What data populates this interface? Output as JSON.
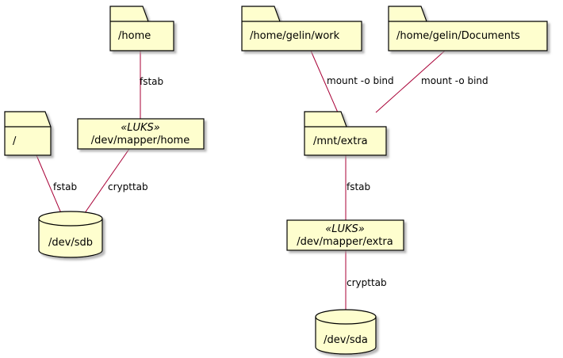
{
  "nodes": {
    "home": {
      "label": "/home"
    },
    "work": {
      "label": "/home/gelin/work"
    },
    "docs": {
      "label": "/home/gelin/Documents"
    },
    "root": {
      "label": "/"
    },
    "mapperHome": {
      "stereotype": "«LUKS»",
      "label": "/dev/mapper/home"
    },
    "mntExtra": {
      "label": "/mnt/extra"
    },
    "sdb": {
      "label": "/dev/sdb"
    },
    "mapperExtra": {
      "stereotype": "«LUKS»",
      "label": "/dev/mapper/extra"
    },
    "sda": {
      "label": "/dev/sda"
    }
  },
  "edges": {
    "home_mapperHome": {
      "label": "fstab"
    },
    "work_mntExtra": {
      "label": "mount -o bind"
    },
    "docs_mntExtra": {
      "label": "mount -o bind"
    },
    "root_sdb": {
      "label": "fstab"
    },
    "mapperHome_sdb": {
      "label": "crypttab"
    },
    "mntExtra_mapperExtra": {
      "label": "fstab"
    },
    "mapperExtra_sda": {
      "label": "crypttab"
    }
  },
  "colors": {
    "node_fill": "#FEFECE",
    "node_stroke": "#000000",
    "edge": "#A80036",
    "shadow": "#c8c8c8"
  }
}
